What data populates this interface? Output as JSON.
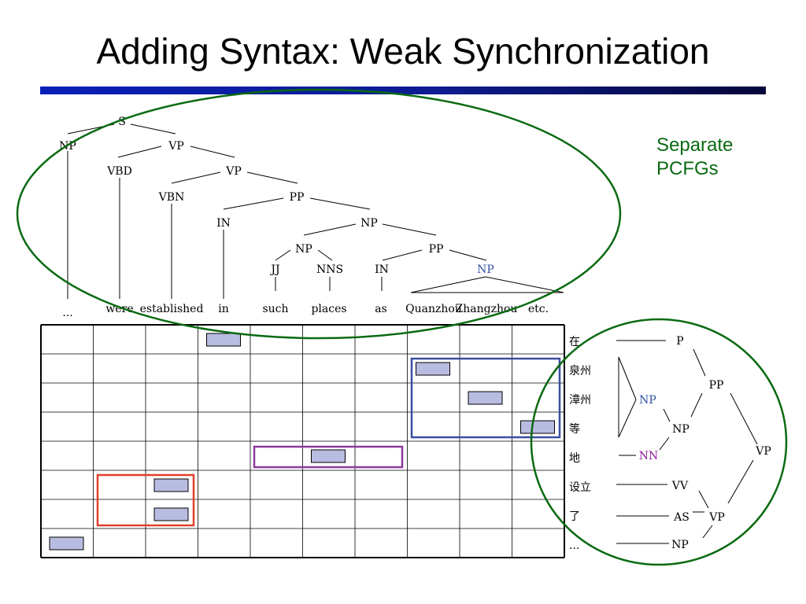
{
  "slide": {
    "title": "Adding Syntax: Weak Synchronization",
    "caption_line1": "Separate",
    "caption_line2": "PCFGs"
  },
  "english_tree": {
    "labels": {
      "S": "S",
      "NP_subj": "NP",
      "VP1": "VP",
      "VBD": "VBD",
      "VP2": "VP",
      "VBN": "VBN",
      "PP1": "PP",
      "IN1": "IN",
      "NP1": "NP",
      "NP2": "NP",
      "PP2": "PP",
      "JJ": "JJ",
      "NNS": "NNS",
      "IN2": "IN",
      "NP3": "NP"
    },
    "words": [
      "...",
      "were",
      "established",
      "in",
      "such",
      "places",
      "as",
      "Quanzhou",
      "Zhangzhou",
      "etc."
    ]
  },
  "chinese_tree": {
    "words": [
      "在",
      "泉州",
      "漳州",
      "等",
      "地",
      "设立",
      "了",
      "..."
    ],
    "labels": {
      "P": "P",
      "PP": "PP",
      "NP_inner": "NP",
      "NP_mid": "NP",
      "NN": "NN",
      "VP_top": "VP",
      "VV": "VV",
      "AS": "AS",
      "VP_low": "VP",
      "NP_obj": "NP"
    }
  },
  "alignment": {
    "cells": [
      [
        3,
        0
      ],
      [
        7,
        1
      ],
      [
        8,
        2
      ],
      [
        9,
        3
      ],
      [
        5,
        4
      ],
      [
        2,
        5
      ],
      [
        2,
        6
      ],
      [
        0,
        7
      ]
    ]
  },
  "colors": {
    "ellipse": "#0a6a12",
    "np_blue": "#2f4fa0",
    "nn_purple": "#8a1a9a",
    "box_blue": "#3a4fa0",
    "box_purple": "#8a3a9a",
    "box_red": "#e0402a",
    "cell_fill": "#b8bce0"
  }
}
